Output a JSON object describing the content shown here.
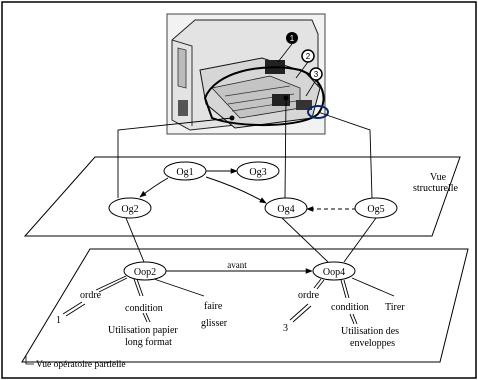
{
  "planes": {
    "structural_label_line1": "Vue",
    "structural_label_line2": "structurelle",
    "operative_label": "Vue opératoire partielle"
  },
  "structural_nodes": {
    "og1": "Og1",
    "og2": "Og2",
    "og3": "Og3",
    "og4": "Og4",
    "og5": "Og5"
  },
  "operative_nodes": {
    "oop2": "Oop2",
    "oop4": "Oop4"
  },
  "edges": {
    "avant": "avant"
  },
  "oop2_attributes": {
    "ordre": "ordre",
    "ordre_value": "1",
    "condition": "condition",
    "condition_value_line1": "Utilisation papier",
    "condition_value_line2": "long format",
    "action_line1": "faire",
    "action_line2": "glisser"
  },
  "oop4_attributes": {
    "ordre": "ordre",
    "ordre_value": "3",
    "condition": "condition",
    "condition_value_line1": "Utilisation des",
    "condition_value_line2": "enveloppes",
    "action": "Tirer"
  },
  "printer_callouts": [
    "1",
    "2",
    "3"
  ]
}
